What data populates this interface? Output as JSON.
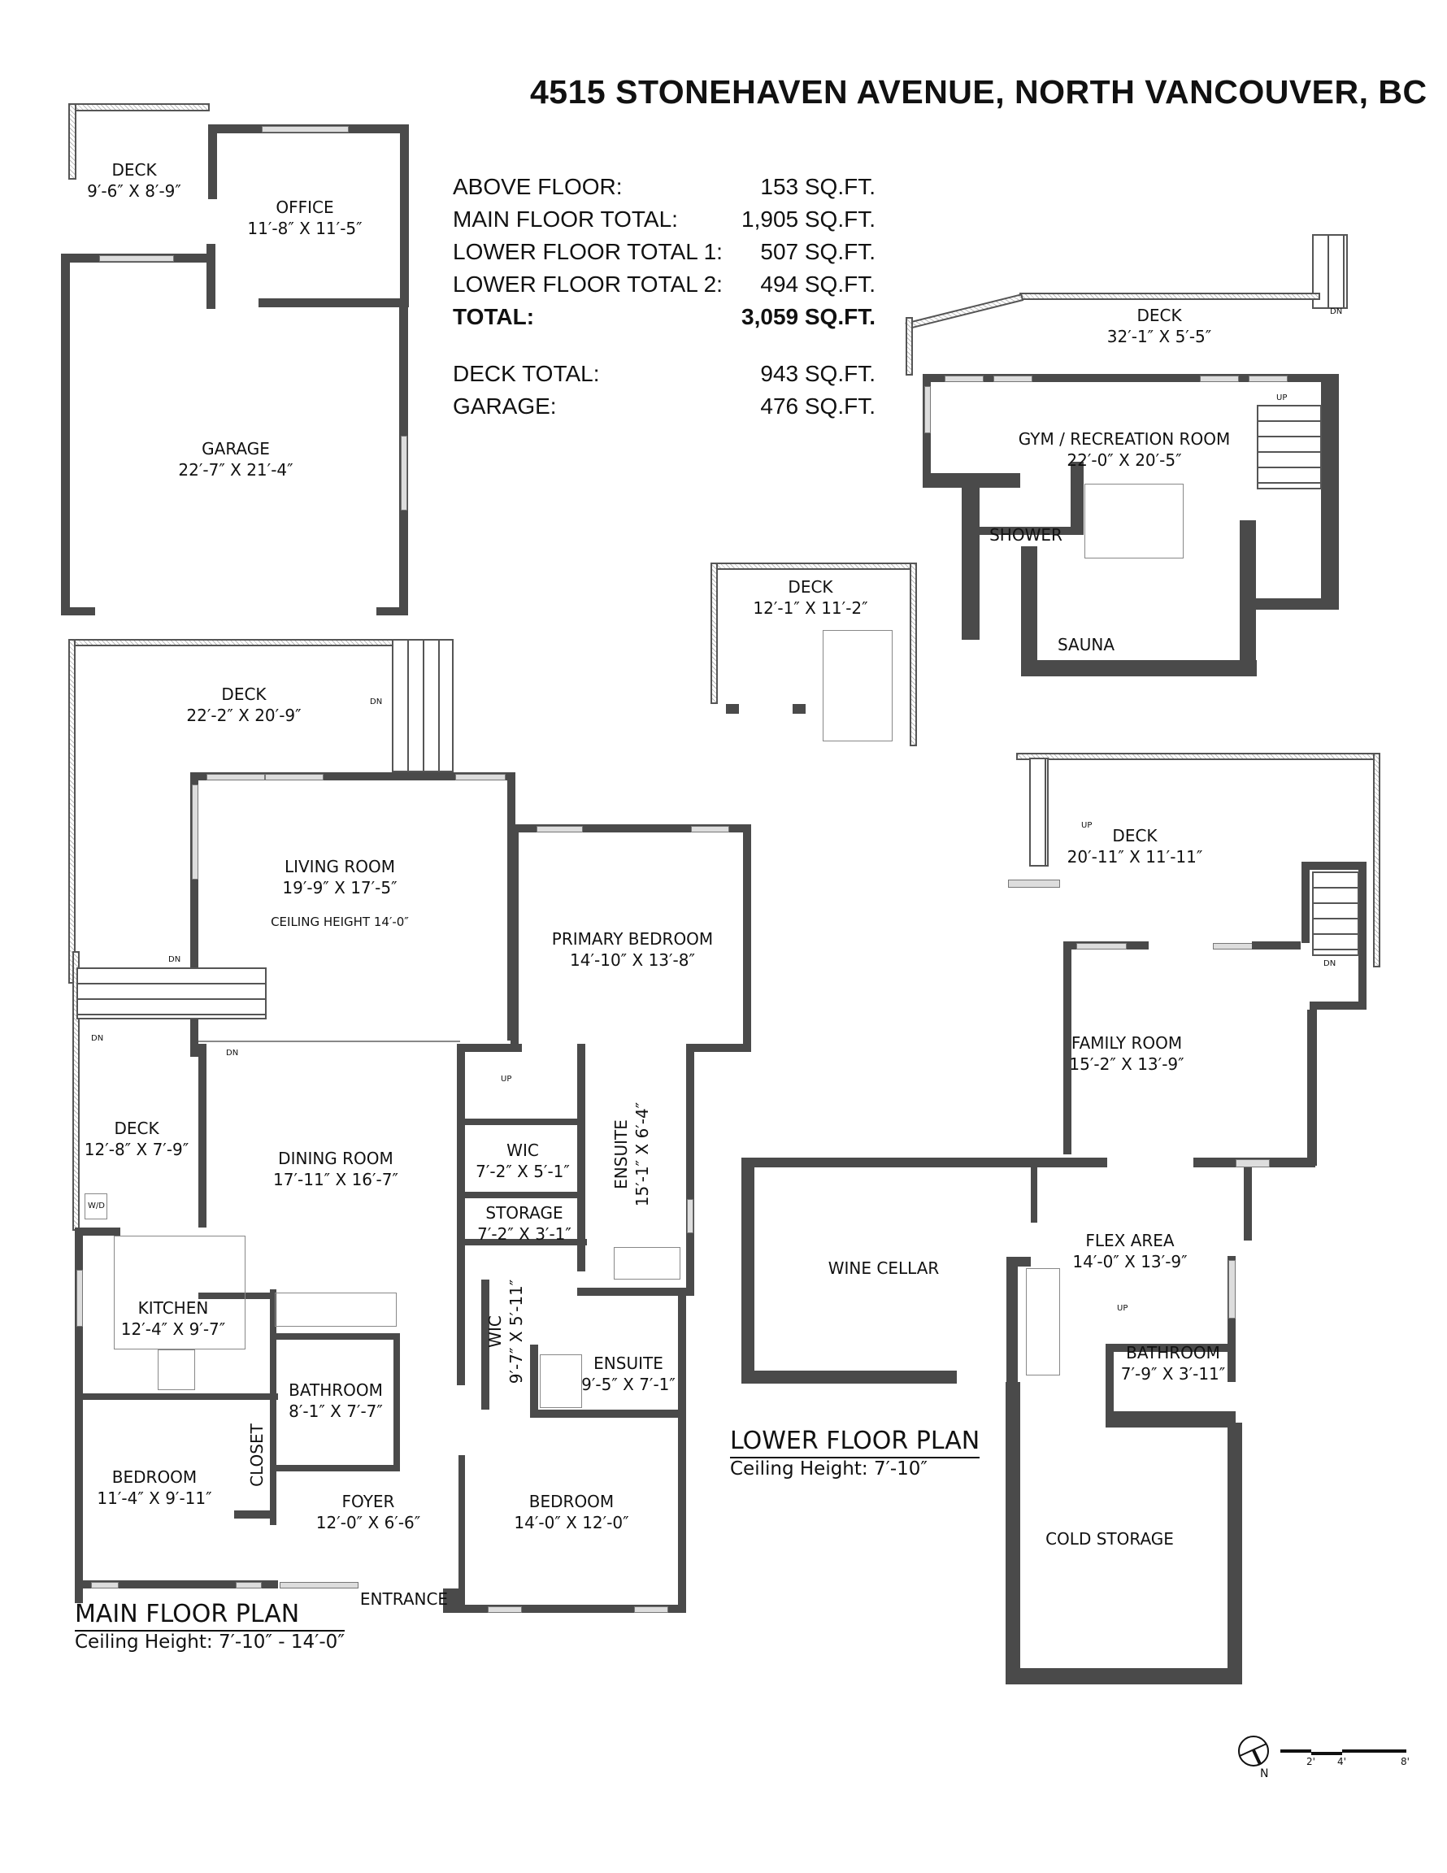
{
  "header": {
    "address": "4515 STONEHAVEN AVENUE, NORTH VANCOUVER, BC"
  },
  "area_summary": {
    "rows": [
      {
        "label": "ABOVE FLOOR:",
        "value": "153 SQ.FT."
      },
      {
        "label": "MAIN FLOOR TOTAL:",
        "value": "1,905 SQ.FT."
      },
      {
        "label": "LOWER FLOOR TOTAL 1:",
        "value": "507 SQ.FT."
      },
      {
        "label": "LOWER FLOOR TOTAL 2:",
        "value": "494 SQ.FT."
      },
      {
        "label": "TOTAL:",
        "value": "3,059 SQ.FT."
      }
    ],
    "extras": [
      {
        "label": "DECK TOTAL:",
        "value": "943 SQ.FT."
      },
      {
        "label": "GARAGE:",
        "value": "476 SQ.FT."
      }
    ]
  },
  "above_floor": {
    "rooms": [
      {
        "name": "DECK",
        "dim": "9′-6″ X 8′-9″"
      },
      {
        "name": "OFFICE",
        "dim": "11′-8″ X 11′-5″"
      },
      {
        "name": "GARAGE",
        "dim": "22′-7″ X 21′-4″"
      }
    ]
  },
  "main_floor": {
    "title": "MAIN FLOOR PLAN",
    "ceiling": "Ceiling Height: 7′-10″ - 14′-0″",
    "rooms": [
      {
        "name": "DECK",
        "dim": "22′-2″ X 20′-9″"
      },
      {
        "name": "LIVING ROOM",
        "dim": "19′-9″ X 17′-5″",
        "note": "CEILING HEIGHT 14′-0″"
      },
      {
        "name": "PRIMARY BEDROOM",
        "dim": "14′-10″ X 13′-8″"
      },
      {
        "name": "DECK",
        "dim": "12′-1″ X 11′-2″"
      },
      {
        "name": "DECK",
        "dim": "12′-8″ X 7′-9″"
      },
      {
        "name": "DINING ROOM",
        "dim": "17′-11″ X 16′-7″"
      },
      {
        "name": "WIC",
        "dim": "7′-2″ X 5′-1″"
      },
      {
        "name": "ENSUITE",
        "dim": "15′-1″ X 6′-4″"
      },
      {
        "name": "STORAGE",
        "dim": "7′-2″ X 3′-1″"
      },
      {
        "name": "KITCHEN",
        "dim": "12′-4″ X 9′-7″"
      },
      {
        "name": "WIC",
        "dim": "9′-7″ X 5′-11″"
      },
      {
        "name": "ENSUITE",
        "dim": "9′-5″ X 7′-1″"
      },
      {
        "name": "BATHROOM",
        "dim": "8′-1″ X 7′-7″"
      },
      {
        "name": "CLOSET"
      },
      {
        "name": "BEDROOM",
        "dim": "11′-4″ X 9′-11″"
      },
      {
        "name": "FOYER",
        "dim": "12′-0″ X 6′-6″"
      },
      {
        "name": "BEDROOM",
        "dim": "14′-0″ X 12′-0″"
      },
      {
        "name": "ENTRANCE"
      }
    ],
    "markers": {
      "dn": "DN",
      "up": "UP",
      "wd": "W/D"
    }
  },
  "lower_floor": {
    "title": "LOWER FLOOR PLAN",
    "ceiling": "Ceiling Height: 7′-10″",
    "rooms": [
      {
        "name": "DECK",
        "dim": "32′-1″ X 5′-5″"
      },
      {
        "name": "GYM / RECREATION ROOM",
        "dim": "22′-0″ X 20′-5″"
      },
      {
        "name": "SHOWER"
      },
      {
        "name": "SAUNA"
      },
      {
        "name": "DECK",
        "dim": "20′-11″ X 11′-11″"
      },
      {
        "name": "FAMILY ROOM",
        "dim": "15′-2″ X 13′-9″"
      },
      {
        "name": "WINE CELLAR"
      },
      {
        "name": "FLEX AREA",
        "dim": "14′-0″ X 13′-9″"
      },
      {
        "name": "BATHROOM",
        "dim": "7′-9″ X 3′-11″"
      },
      {
        "name": "COLD STORAGE"
      }
    ],
    "markers": {
      "dn": "DN",
      "up": "UP"
    }
  },
  "legend": {
    "north": "N",
    "scale_ticks": [
      "2'",
      "4'",
      "8'"
    ]
  }
}
